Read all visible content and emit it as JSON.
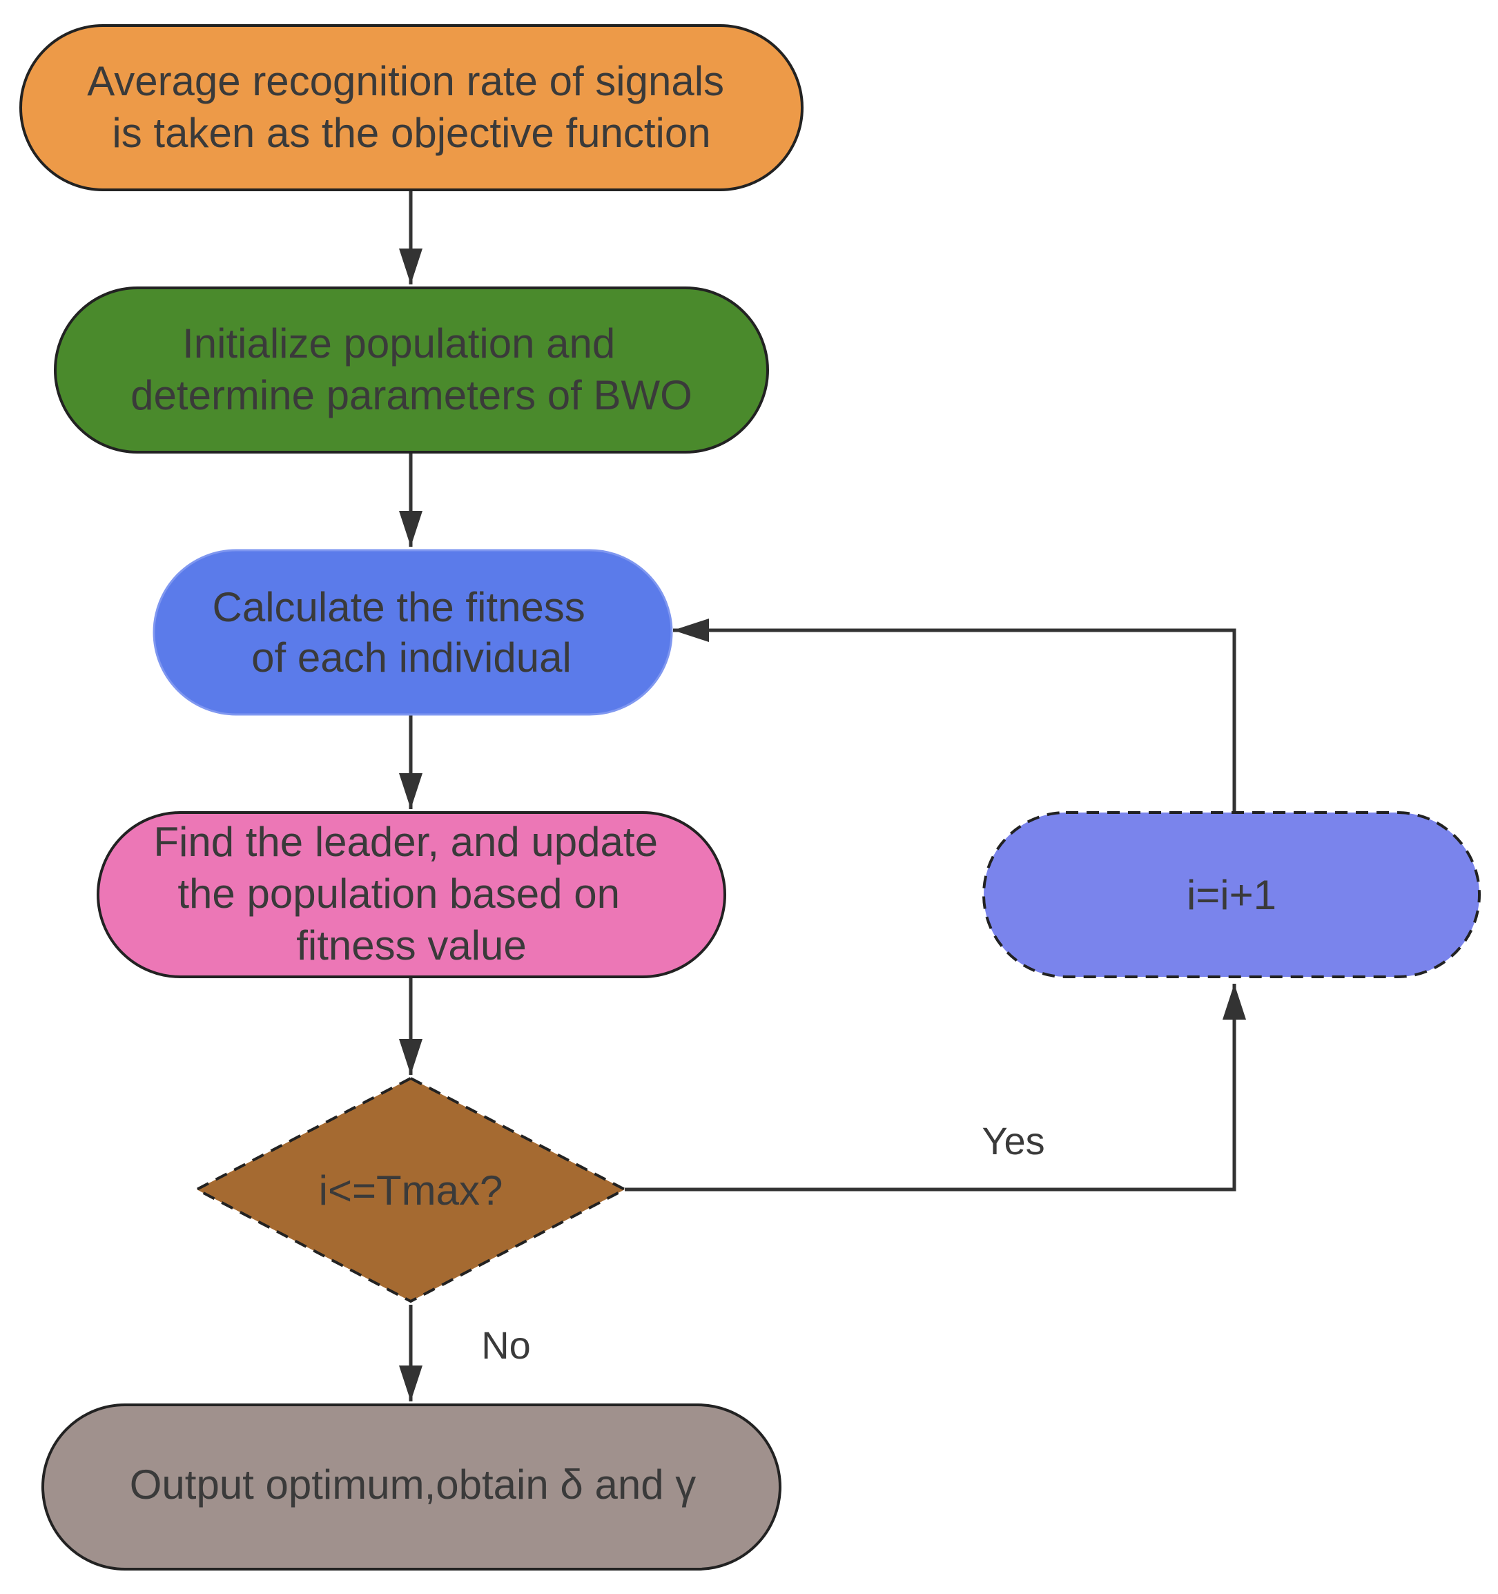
{
  "nodes": {
    "objective": {
      "line1": "Average recognition rate of signals",
      "line2": "is taken as the objective function",
      "fill": "#ED9A48"
    },
    "initialize": {
      "line1": "Initialize population and",
      "line2": "determine parameters of BWO",
      "fill": "#4A8A2C"
    },
    "fitness": {
      "line1": "Calculate the fitness",
      "line2": "of each individual",
      "fill": "#5B7BEA"
    },
    "leader": {
      "line1": "Find the leader, and update",
      "line2": "the population based on",
      "line3": "fitness value",
      "fill": "#EC77B6"
    },
    "decision": {
      "label": "i<=Tmax?",
      "fill": "#A56A31"
    },
    "increment": {
      "label": "i=i+1",
      "fill": "#7A84EC"
    },
    "output": {
      "label": "Output optimum,obtain δ and γ",
      "fill": "#A0918D"
    }
  },
  "edges": {
    "yes_label": "Yes",
    "no_label": "No"
  },
  "colors": {
    "stroke": "#222222",
    "text": "#3a3a3a",
    "arrow": "#333333"
  }
}
